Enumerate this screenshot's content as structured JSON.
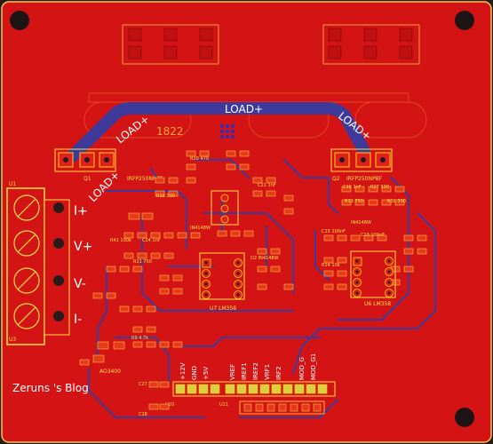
{
  "board": {
    "bg": "#d41414",
    "silk_color": "#f6e04a",
    "trace_color": "#3d3a9c"
  },
  "labels": {
    "load_center": "LOAD+",
    "load_left": "LOAD+",
    "load_right": "LOAD+",
    "load_side": "LOAD+",
    "net_1822": "1822",
    "q1": "Q1",
    "q2": "Q2",
    "q1_part": "IRFP250NPBF",
    "q2_part": "IRFP250NPBF",
    "u1": "U1",
    "u3": "U3",
    "u6": "U6 LM358",
    "u7": "U7 LM358",
    "u10": "U10",
    "u11": "U11",
    "q3_part": "AO3400",
    "d1": "IN4148W",
    "d2": "D2 IN4148W",
    "d3": "IN4148W",
    "term_vplus": "V+",
    "term_vminus": "V-",
    "term_iminus": "I-",
    "term_iplus": "I+",
    "pin_12v": "+12V",
    "pin_gnd1": "GND",
    "pin_5v": "+5V",
    "pin_vref": "VREF",
    "pin_iref1": "IREF1",
    "pin_iref2": "IREF2",
    "pin_vrf": "VRF1",
    "pin_irf": "IRF2",
    "pin_mod_g": "MOD_G",
    "pin_mod_g1": "MOD_G1",
    "c27": "C27",
    "c28": "C28",
    "r_vals": [
      "R10 330",
      "R20 470",
      "R27 330",
      "R41 100k",
      "R13 750",
      "C15 100nF",
      "C13 100nF",
      "R30 330",
      "C21 1nF",
      "C24 1nF",
      "C16 1nF",
      "R14 10k",
      "R11 750",
      "R9 4.7k"
    ],
    "watermark": "Zeruns 's Blog"
  }
}
